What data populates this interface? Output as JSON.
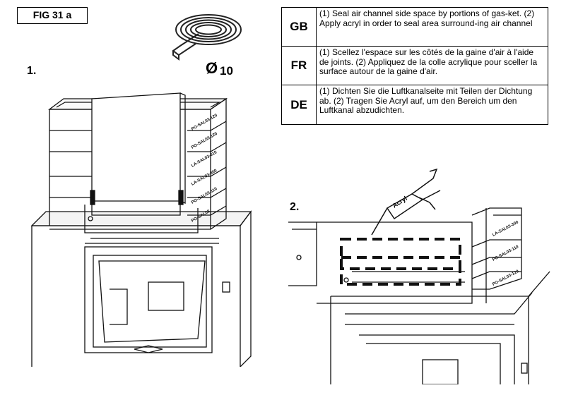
{
  "figure": {
    "label": "FIG 31 a"
  },
  "steps": {
    "step1": "1.",
    "step2": "2."
  },
  "gasket": {
    "diameter_symbol": "Ø",
    "diameter_value": "10"
  },
  "instructions": [
    {
      "code": "GB",
      "text": "(1) Seal air channel side space by portions of gas-ket. (2) Apply acryl in order to seal area surround-ing air channel"
    },
    {
      "code": "FR",
      "text": "(1) Scellez l'espace sur les côtés de la gaine d'air à l'aide de joints. (2) Appliquez de la colle acrylique pour sceller la surface autour de la gaine d'air."
    },
    {
      "code": "DE",
      "text": "(1) Dichten Sie die Luftkanalseite mit Teilen der Dichtung ab. (2) Tragen Sie Acryl auf, um den Bereich um den Luftkanal abzudichten."
    }
  ],
  "panel_labels_step1": [
    "PO-SAL03-120",
    "PO-SAL03-120",
    "LA-SAL03-310",
    "LA-SAL03-300",
    "PO-SAL03-110",
    "PO-SAL03"
  ],
  "panel_labels_step2": [
    "LA-SAL03-300",
    "PO-SAL03-110",
    "PO-SAL03-120"
  ],
  "tube_label": "Acryl"
}
